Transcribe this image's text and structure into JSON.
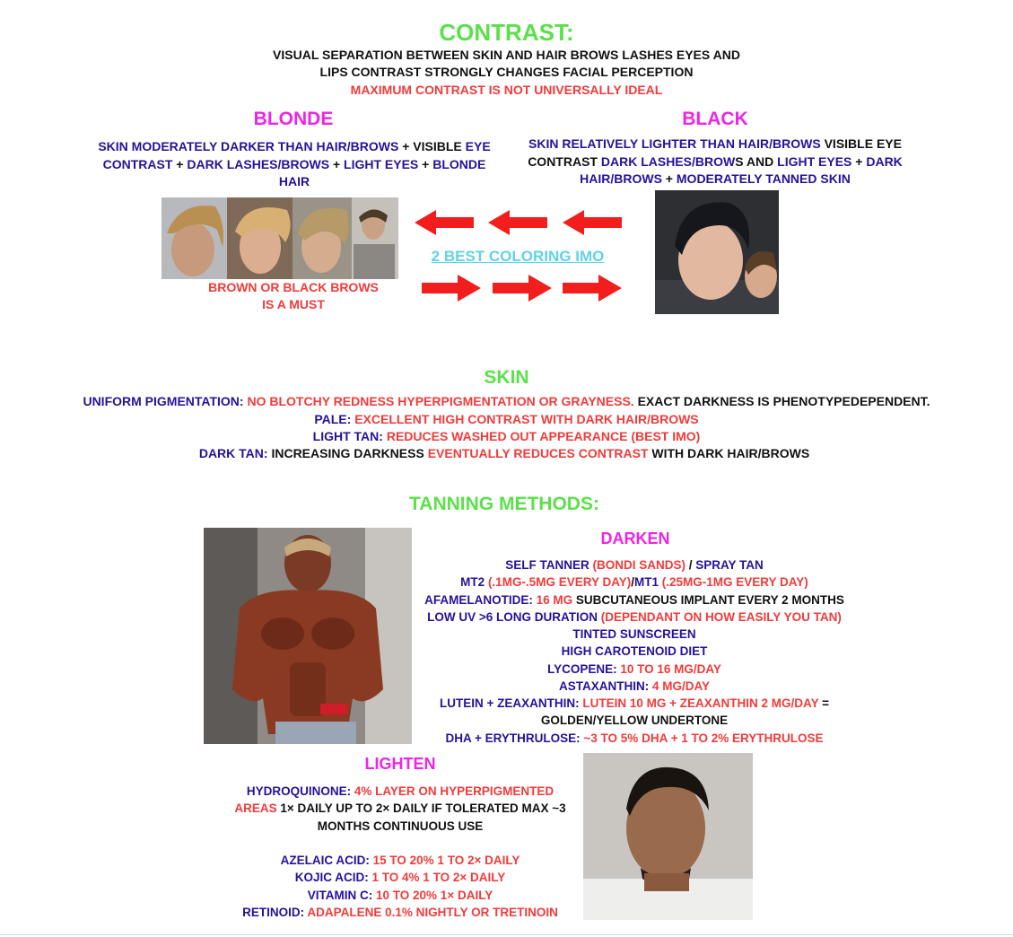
{
  "contrast": {
    "title": "CONTRAST:",
    "line1": "VISUAL SEPARATION BETWEEN SKIN AND HAIR BROWS LASHES EYES AND",
    "line2": "LIPS CONTRAST STRONGLY CHANGES FACIAL PERCEPTION",
    "warning": "MAXIMUM CONTRAST IS NOT UNIVERSALLY IDEAL"
  },
  "blonde": {
    "title": "BLONDE",
    "desc_a": "SKIN MODERATELY DARKER THAN HAIR/BROWS",
    "desc_b": " + VISIBLE ",
    "desc_c": "EYE CONTRAST",
    "desc_d": " + ",
    "desc_e": "DARK LASHES/BROWS",
    "desc_f": " + ",
    "desc_g": "LIGHT EYES",
    "desc_h": " + ",
    "desc_i": "BLONDE HAIR",
    "note_line1": "BROWN OR BLACK BROWS",
    "note_line2": "IS A MUST"
  },
  "black": {
    "title": "BLACK",
    "desc_a": "SKIN RELATIVELY LIGHTER THAN HAIR/BROWS",
    "desc_b": " VISIBLE EYE CONTRAST ",
    "desc_c": "DARK LASHES/BROW",
    "desc_d": "S AND ",
    "desc_e": "LIGHT EYES",
    "desc_f": " + ",
    "desc_g": "DARK HAIR/BROWS",
    "desc_h": " + ",
    "desc_i": "MODERATELY TANNED SKIN"
  },
  "center_link": "2 BEST COLORING IMO",
  "skin": {
    "title": "SKIN",
    "l1_a": "UNIFORM PIGMENTATION:",
    "l1_b": " NO BLOTCHY REDNESS HYPERPIGMENTATION OR GRAYNESS.",
    "l1_c": " EXACT DARKNESS IS PHENOTYPEDEPENDENT.",
    "l2_a": "PALE:",
    "l2_b": "  EXCELLENT HIGH CONTRAST WITH DARK HAIR/BROWS",
    "l3_a": "LIGHT TAN:",
    "l3_b": "  REDUCES WASHED OUT APPEARANCE (BEST IMO)",
    "l4_a": "DARK TAN:",
    "l4_b": " INCREASING DARKNESS ",
    "l4_c": "EVENTUALLY REDUCES CONTRAST",
    "l4_d": " WITH DARK HAIR/BROWS"
  },
  "tanning": {
    "title": "TANNING METHODS:",
    "darken": {
      "title": "DARKEN",
      "r1_a": "SELF TANNER ",
      "r1_b": "(BONDI SANDS)",
      "r1_c": " / ",
      "r1_d": "SPRAY TAN",
      "r2_a": "MT2 ",
      "r2_b": "(.1MG-.5MG EVERY DAY)",
      "r2_c": "/",
      "r2_d": "MT1 ",
      "r2_e": "(.25MG-1MG EVERY DAY)",
      "r3_a": "AFAMELANOTIDE: ",
      "r3_b": "16 MG",
      "r3_c": " SUBCUTANEOUS IMPLANT EVERY 2 MONTHS",
      "r4_a": "LOW UV >6 LONG DURATION ",
      "r4_b": "(DEPENDANT ON HOW EASILY YOU TAN)",
      "r5": "TINTED SUNSCREEN",
      "r6": "HIGH CAROTENOID DIET",
      "r7_a": "LYCOPENE: ",
      "r7_b": "10 TO 16 MG/DAY",
      "r8_a": "ASTAXANTHIN: ",
      "r8_b": "4 MG/DAY",
      "r9_a": "LUTEIN + ZEAXANTHIN: ",
      "r9_b": "LUTEIN 10 MG + ZEAXANTHIN 2 MG/DAY",
      "r9_c": " =",
      "r10": "GOLDEN/YELLOW UNDERTONE",
      "r11_a": "DHA + ERYTHRULOSE: ",
      "r11_b": "~3 TO 5% DHA + 1 TO 2% ERYTHRULOSE"
    },
    "lighten": {
      "title": "LIGHTEN",
      "h1_a": "HYDROQUINONE: ",
      "h1_b": "4% LAYER ON HYPERPIGMENTED",
      "h2_a": "AREAS",
      "h2_b": " 1× DAILY UP TO 2× DAILY IF TOLERATED MAX ~3",
      "h3": "MONTHS CONTINUOUS USE",
      "a_a": "AZELAIC ACID: ",
      "a_b": "15 TO 20% 1 TO 2× DAILY",
      "k_a": "KOJIC ACID: ",
      "k_b": "1 TO 4% 1 TO 2× DAILY",
      "v_a": "VITAMIN C: ",
      "v_b": "10 TO 20% 1× DAILY",
      "rt_a": "RETINOID: ",
      "rt_b": "ADAPALENE 0.1% NIGHTLY OR  TRETINOIN"
    }
  }
}
